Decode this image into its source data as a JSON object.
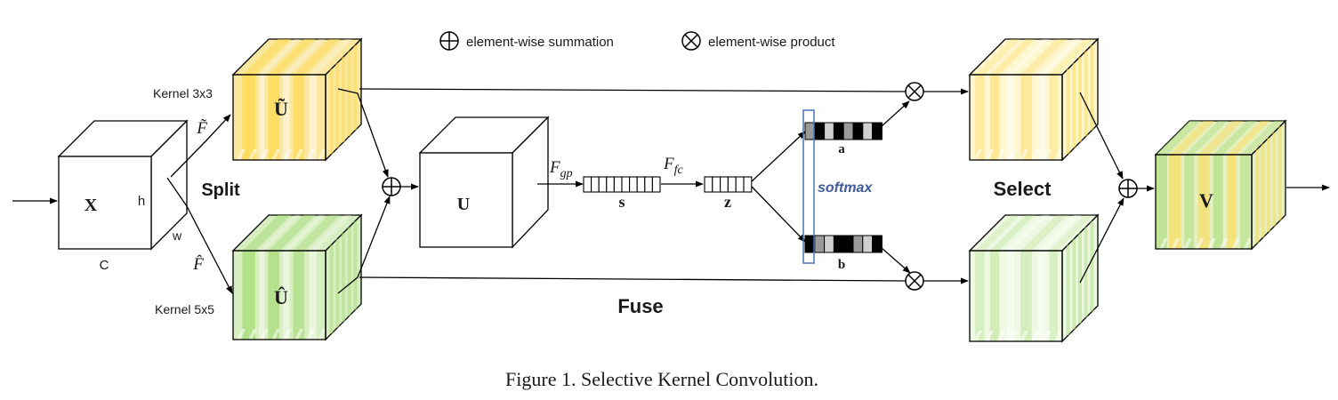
{
  "caption": "Figure 1. Selective Kernel Convolution.",
  "legend": {
    "sum_label": "element-wise summation",
    "product_label": "element-wise product"
  },
  "input": {
    "tensor": "X",
    "height": "h",
    "width": "w",
    "channels": "C"
  },
  "branches": {
    "upper_kernel": "Kernel 3x3",
    "upper_op": "F̃",
    "upper_tensor": "Ũ",
    "lower_kernel": "Kernel 5x5",
    "lower_op": "F̂",
    "lower_tensor": "Û"
  },
  "stages": {
    "split": "Split",
    "fuse": "Fuse",
    "select": "Select"
  },
  "fuse": {
    "tensor_u": "U",
    "op_gp_base": "F",
    "op_gp_sub": "gp",
    "vector_s": "s",
    "op_fc_base": "F",
    "op_fc_sub": "fc",
    "vector_z": "z",
    "softmax": "softmax",
    "attn_a": "a",
    "attn_b": "b"
  },
  "output": {
    "tensor": "V"
  },
  "colors": {
    "yellow_front": "#fbe8a0",
    "yellow_strip": "#ffd84a",
    "green_front": "#d6eec0",
    "green_strip": "#a7dc78",
    "softmax_box": "#4a74b8",
    "softmax_text": "#3e5a9a",
    "line": "#000000"
  },
  "attention_cells": {
    "a": [
      "#9a9a9a",
      "#000000",
      "#d0d0d0",
      "#000000",
      "#9a9a9a",
      "#000000",
      "#d0d0d0",
      "#000000"
    ],
    "b": [
      "#000000",
      "#9a9a9a",
      "#d0d0d0",
      "#000000",
      "#000000",
      "#9a9a9a",
      "#d0d0d0",
      "#000000"
    ]
  }
}
